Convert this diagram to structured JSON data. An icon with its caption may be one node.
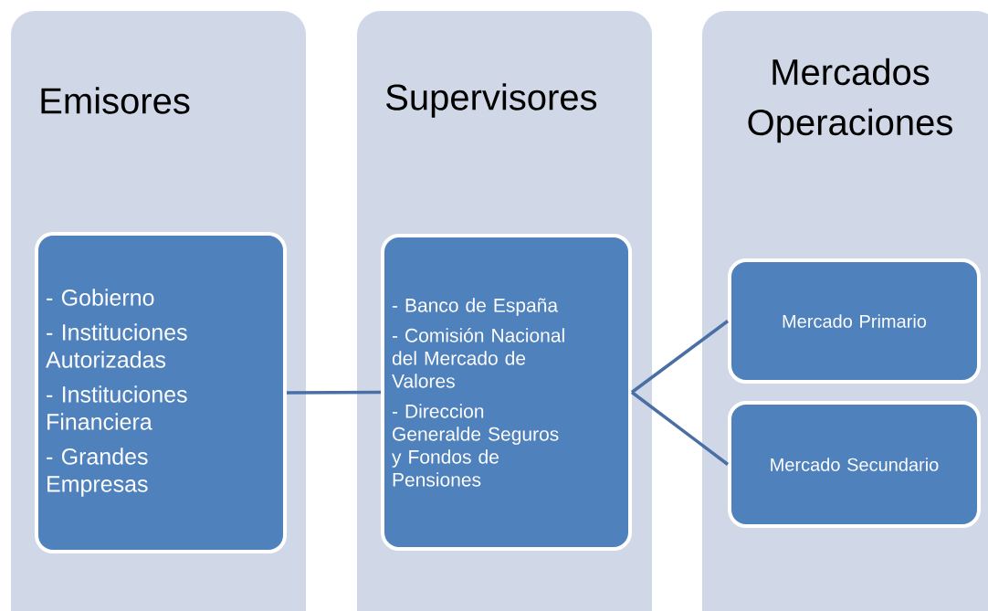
{
  "diagram": {
    "nodes": [
      {
        "text": [
          "Emisores"
        ]
      },
      {
        "text": [
          "- Gobierno",
          "- Instituciones Autorizadas",
          "- Instituciones Financiera",
          "- Grandes Empresas"
        ],
        "in": 0
      },
      {
        "text": [
          "Supervisores"
        ]
      },
      {
        "text": [
          "- Banco de España",
          "- Comisión Nacional del Mercado de Valores",
          "- Direccion Generalde Seguros y Fondos de Pensiones"
        ],
        "in": 2
      },
      {
        "text": [
          "Mercados Operaciones"
        ]
      },
      {
        "text": [
          "Mercado Primario"
        ],
        "in": 4
      },
      {
        "text": [
          "Mercado Secundario"
        ],
        "in": 4
      }
    ],
    "edges": [
      {
        "from": 1,
        "to": 3,
        "arrow": "none"
      },
      {
        "from": 3,
        "to": 5,
        "arrow": "none"
      },
      {
        "from": 3,
        "to": 6,
        "arrow": "none"
      }
    ]
  }
}
